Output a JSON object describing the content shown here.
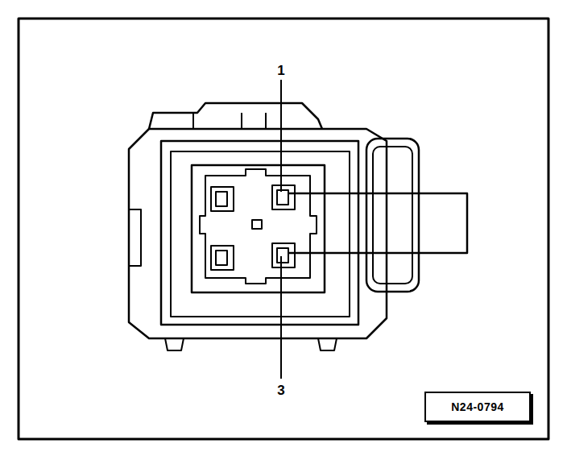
{
  "diagram": {
    "nodes": [
      {
        "text": [
          "N24-0794"
        ]
      }
    ],
    "labels": [
      "1",
      "3"
    ]
  }
}
